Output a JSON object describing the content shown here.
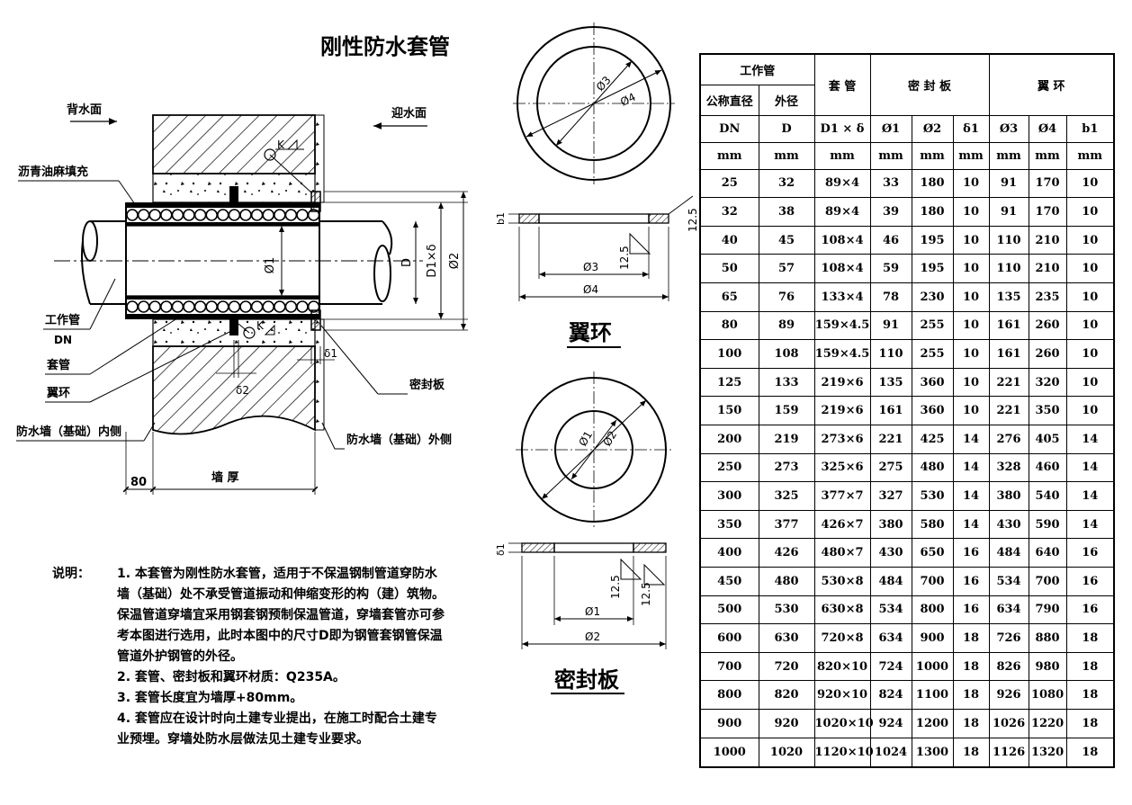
{
  "title": "刚性防水套管",
  "labels": {
    "back_side": "背水面",
    "face_side": "迎水面",
    "asphalt": "沥青油麻填充",
    "work_pipe": "工作管",
    "dn": "DN",
    "sleeve": "套管",
    "wing": "翼环",
    "wall_inner": "防水墙（基础）内侧",
    "seal_plate": "密封板",
    "wall_outer": "防水墙（基础）外侧",
    "dim_80": "80",
    "wall_thickness": "墙 厚",
    "phi1": "Ø1",
    "D": "D",
    "D1xdelta": "D1×δ",
    "phi2": "Ø2",
    "K": "K",
    "delta1": "δ1",
    "delta2": "δ2"
  },
  "wing_ring": {
    "caption": "翼环",
    "phi3": "Ø3",
    "phi4": "Ø4",
    "b1": "b1",
    "dim_125": "12.5"
  },
  "seal_board": {
    "caption": "密封板",
    "phi1": "Ø1",
    "phi2": "Ø2",
    "delta1": "δ1",
    "dim_125": "12.5"
  },
  "notes": {
    "lead": "说明：",
    "items": [
      "1. 本套管为刚性防水套管，适用于不保温钢制管道穿防水墙（基础）处不承受管道振动和伸缩变形的构（建）筑物。保温管道穿墙宜采用钢套钢预制保温管道，穿墙套管亦可参考本图进行选用，此时本图中的尺寸D即为钢管套钢管保温管道外护钢管的外径。",
      "2. 套管、密封板和翼环材质：Q235A。",
      "3. 套管长度宜为墙厚+80mm。",
      "4. 套管应在设计时向土建专业提出，在施工时配合土建专业预埋。穿墙处防水层做法见土建专业要求。"
    ]
  },
  "table": {
    "group_headers": {
      "work_pipe": "工作管",
      "sleeve": "套 管",
      "seal": "密 封 板",
      "wing": "翼 环"
    },
    "sub_headers": {
      "nominal": "公称直径",
      "outer": "外径"
    },
    "symbols": [
      "DN",
      "D",
      "D1 × δ",
      "Ø1",
      "Ø2",
      "δ1",
      "Ø3",
      "Ø4",
      "b1"
    ],
    "units": [
      "mm",
      "mm",
      "mm",
      "mm",
      "mm",
      "mm",
      "mm",
      "mm",
      "mm"
    ],
    "rows": [
      [
        "25",
        "32",
        "89×4",
        "33",
        "180",
        "10",
        "91",
        "170",
        "10"
      ],
      [
        "32",
        "38",
        "89×4",
        "39",
        "180",
        "10",
        "91",
        "170",
        "10"
      ],
      [
        "40",
        "45",
        "108×4",
        "46",
        "195",
        "10",
        "110",
        "210",
        "10"
      ],
      [
        "50",
        "57",
        "108×4",
        "59",
        "195",
        "10",
        "110",
        "210",
        "10"
      ],
      [
        "65",
        "76",
        "133×4",
        "78",
        "230",
        "10",
        "135",
        "235",
        "10"
      ],
      [
        "80",
        "89",
        "159×4.5",
        "91",
        "255",
        "10",
        "161",
        "260",
        "10"
      ],
      [
        "100",
        "108",
        "159×4.5",
        "110",
        "255",
        "10",
        "161",
        "260",
        "10"
      ],
      [
        "125",
        "133",
        "219×6",
        "135",
        "360",
        "10",
        "221",
        "320",
        "10"
      ],
      [
        "150",
        "159",
        "219×6",
        "161",
        "360",
        "10",
        "221",
        "350",
        "10"
      ],
      [
        "200",
        "219",
        "273×6",
        "221",
        "425",
        "14",
        "276",
        "405",
        "14"
      ],
      [
        "250",
        "273",
        "325×6",
        "275",
        "480",
        "14",
        "328",
        "460",
        "14"
      ],
      [
        "300",
        "325",
        "377×7",
        "327",
        "530",
        "14",
        "380",
        "540",
        "14"
      ],
      [
        "350",
        "377",
        "426×7",
        "380",
        "580",
        "14",
        "430",
        "590",
        "14"
      ],
      [
        "400",
        "426",
        "480×7",
        "430",
        "650",
        "16",
        "484",
        "640",
        "16"
      ],
      [
        "450",
        "480",
        "530×8",
        "484",
        "700",
        "16",
        "534",
        "700",
        "16"
      ],
      [
        "500",
        "530",
        "630×8",
        "534",
        "800",
        "16",
        "634",
        "790",
        "16"
      ],
      [
        "600",
        "630",
        "720×8",
        "634",
        "900",
        "18",
        "726",
        "880",
        "18"
      ],
      [
        "700",
        "720",
        "820×10",
        "724",
        "1000",
        "18",
        "826",
        "980",
        "18"
      ],
      [
        "800",
        "820",
        "920×10",
        "824",
        "1100",
        "18",
        "926",
        "1080",
        "18"
      ],
      [
        "900",
        "920",
        "1020×10",
        "924",
        "1200",
        "18",
        "1026",
        "1220",
        "18"
      ],
      [
        "1000",
        "1020",
        "1120×10",
        "1024",
        "1300",
        "18",
        "1126",
        "1320",
        "18"
      ]
    ]
  }
}
